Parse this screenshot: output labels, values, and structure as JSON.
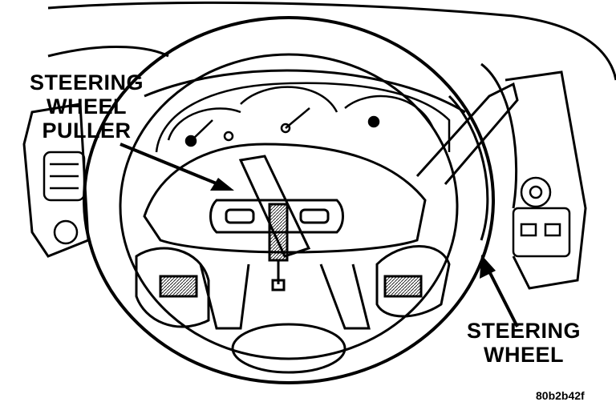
{
  "callouts": {
    "puller": {
      "line1": "STEERING",
      "line2": "WHEEL",
      "line3": "PULLER"
    },
    "wheel": {
      "line1": "STEERING",
      "line2": "WHEEL"
    }
  },
  "figure_code": "80b2b42f"
}
